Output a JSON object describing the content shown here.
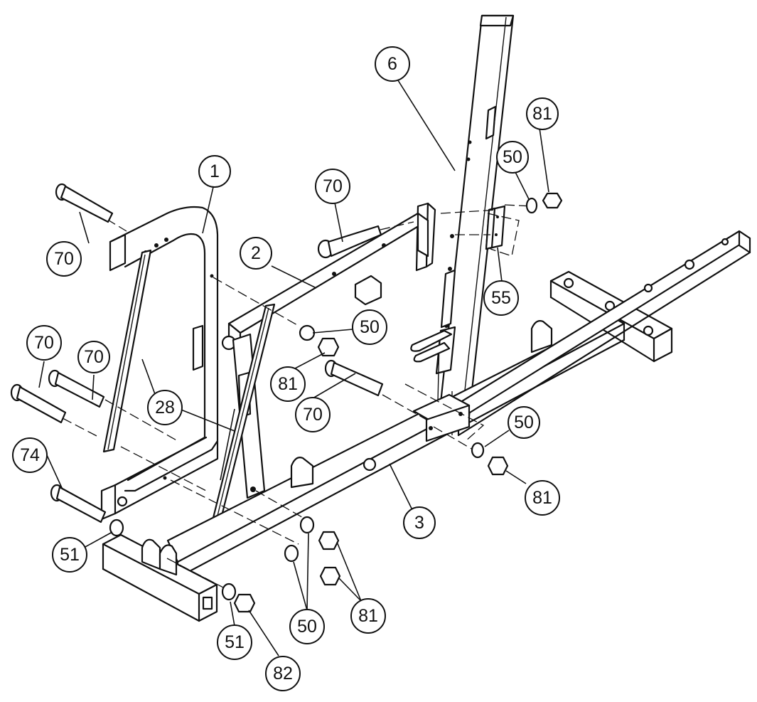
{
  "callouts": [
    {
      "id": "c1",
      "label": "1"
    },
    {
      "id": "c2",
      "label": "2"
    },
    {
      "id": "c3",
      "label": "3"
    },
    {
      "id": "c6",
      "label": "6"
    },
    {
      "id": "c28",
      "label": "28"
    },
    {
      "id": "c50a",
      "label": "50"
    },
    {
      "id": "c50b",
      "label": "50"
    },
    {
      "id": "c50c",
      "label": "50"
    },
    {
      "id": "c50d",
      "label": "50"
    },
    {
      "id": "c51a",
      "label": "51"
    },
    {
      "id": "c51b",
      "label": "51"
    },
    {
      "id": "c55",
      "label": "55"
    },
    {
      "id": "c70a",
      "label": "70"
    },
    {
      "id": "c70b",
      "label": "70"
    },
    {
      "id": "c70c",
      "label": "70"
    },
    {
      "id": "c70d",
      "label": "70"
    },
    {
      "id": "c70e",
      "label": "70"
    },
    {
      "id": "c74",
      "label": "74"
    },
    {
      "id": "c81a",
      "label": "81"
    },
    {
      "id": "c81b",
      "label": "81"
    },
    {
      "id": "c81c",
      "label": "81"
    },
    {
      "id": "c81d",
      "label": "81"
    },
    {
      "id": "c82",
      "label": "82"
    }
  ]
}
